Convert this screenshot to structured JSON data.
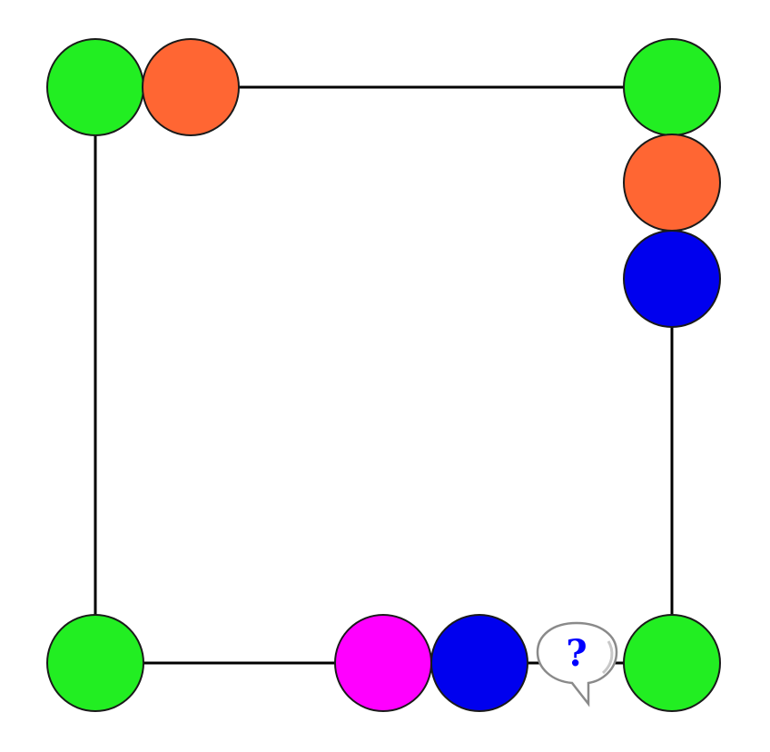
{
  "colors": {
    "background": "#ffffff",
    "line": "#000000",
    "green": "#22ee22",
    "orange": "#ff6633",
    "blue": "#0000ee",
    "magenta": "#ff00ff",
    "hint_text": "#0000ff"
  },
  "corners": [
    {
      "name": "corner-top-left",
      "color": "green"
    },
    {
      "name": "corner-top-right",
      "color": "green"
    },
    {
      "name": "corner-bottom-left",
      "color": "green"
    },
    {
      "name": "corner-bottom-right",
      "color": "green"
    }
  ],
  "pieces": {
    "top_edge": [
      {
        "color": "orange"
      }
    ],
    "right_edge": [
      {
        "color": "orange"
      },
      {
        "color": "blue"
      }
    ],
    "bottom_edge": [
      {
        "color": "magenta"
      },
      {
        "color": "blue"
      }
    ]
  },
  "hint": {
    "icon": "question-speech-bubble-icon",
    "text": "?"
  }
}
